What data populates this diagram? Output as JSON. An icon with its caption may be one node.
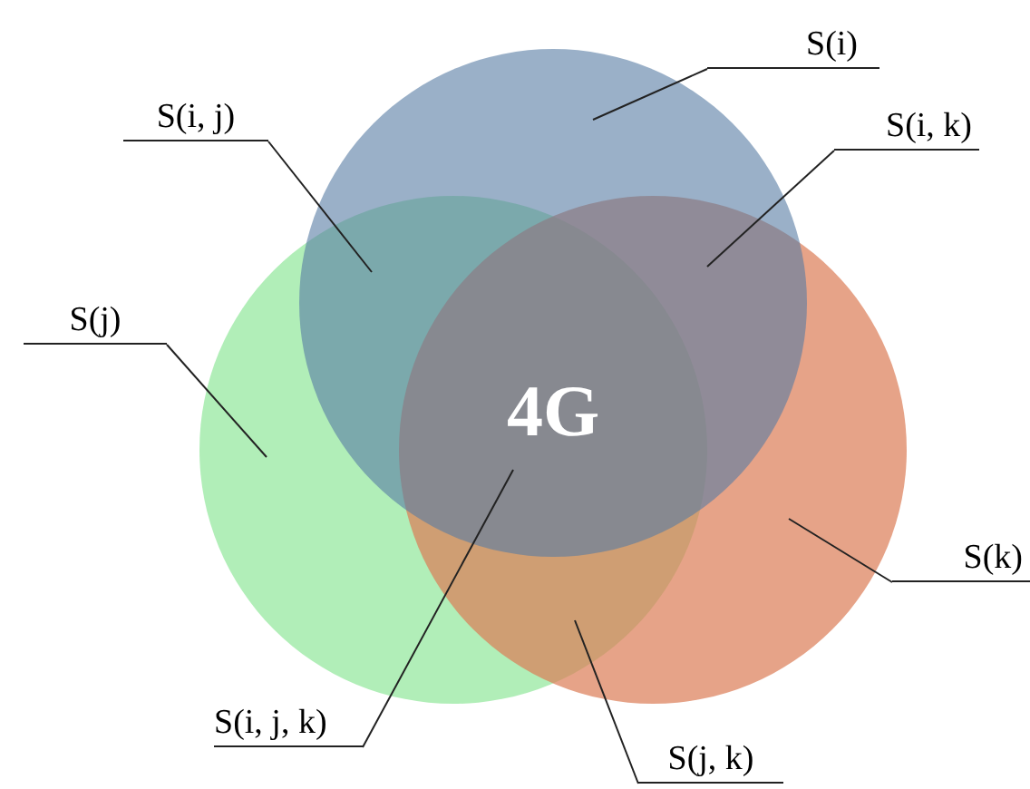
{
  "diagram": {
    "nodes": [
      {
        "text": [],
        "shape": "circle"
      },
      {
        "text": [],
        "shape": "circle"
      },
      {
        "text": [],
        "shape": "circle"
      },
      {
        "text": [
          "S(i)"
        ]
      },
      {
        "text": [
          "S(i, j)"
        ]
      },
      {
        "text": [
          "S(i, k)"
        ]
      },
      {
        "text": [
          "S(j)"
        ]
      },
      {
        "text": [
          "S(k)"
        ]
      },
      {
        "text": [
          "S(i, j, k)"
        ]
      },
      {
        "text": [
          "S(j, k)"
        ]
      }
    ],
    "edges": [
      {
        "from": 3,
        "to": 0,
        "arrow": "none"
      },
      {
        "from": 4,
        "to": 0,
        "arrow": "none"
      },
      {
        "from": 5,
        "to": 0,
        "arrow": "none"
      },
      {
        "from": 6,
        "to": 1,
        "arrow": "none"
      },
      {
        "from": 7,
        "to": 2,
        "arrow": "none"
      },
      {
        "from": 8,
        "to": 0,
        "arrow": "none"
      },
      {
        "from": 9,
        "to": 1,
        "arrow": "none"
      }
    ],
    "labels": [
      "4G"
    ]
  }
}
